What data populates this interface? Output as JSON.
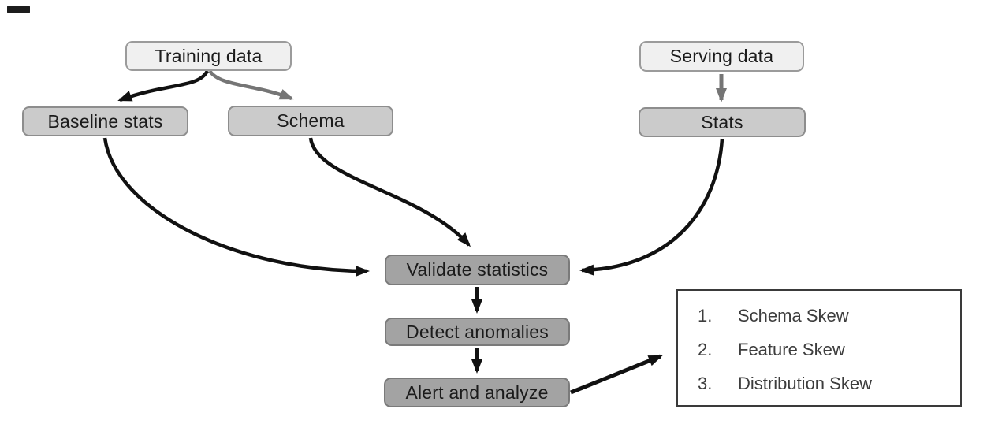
{
  "diagram": {
    "nodes": {
      "training_data": "Training data",
      "serving_data": "Serving data",
      "baseline_stats": "Baseline stats",
      "schema": "Schema",
      "stats": "Stats",
      "validate_statistics": "Validate statistics",
      "detect_anomalies": "Detect anomalies",
      "alert_and_analyze": "Alert and analyze"
    },
    "skew_list": {
      "items": [
        {
          "number": "1.",
          "label": "Schema Skew"
        },
        {
          "number": "2.",
          "label": "Feature Skew"
        },
        {
          "number": "3.",
          "label": "Distribution Skew"
        }
      ]
    },
    "colors": {
      "data_node_fill": "#f0f0f0",
      "artifact_node_fill": "#cbcbcb",
      "process_node_fill": "#a3a3a3",
      "arrow_black": "#111111",
      "arrow_gray": "#757575",
      "skew_box_border": "#3a3a3a"
    }
  }
}
